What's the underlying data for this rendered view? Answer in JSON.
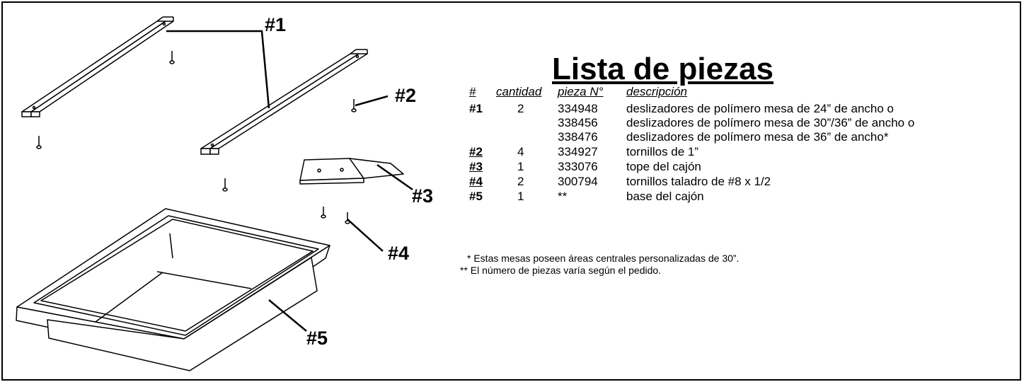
{
  "callouts": {
    "c1": "#1",
    "c2": "#2",
    "c3": "#3",
    "c4": "#4",
    "c5": "#5"
  },
  "title": "Lista de piezas",
  "table": {
    "headers": {
      "num": "#",
      "qty": "cantidad",
      "part": "pieza N°",
      "desc": "descripción"
    },
    "rows": [
      {
        "num": "#1",
        "qty": "2",
        "part": "334948",
        "desc": "deslizadores de polímero mesa de 24” de ancho o"
      },
      {
        "num": "",
        "qty": "",
        "part": "338456",
        "desc": "deslizadores de polímero mesa de 30”/36” de ancho o"
      },
      {
        "num": "",
        "qty": "",
        "part": "338476",
        "desc": "deslizadores de polímero mesa de 36” de ancho*"
      },
      {
        "num": "#2",
        "qty": "4",
        "part": "334927",
        "desc": "tornillos de 1”"
      },
      {
        "num": "#3",
        "qty": "1",
        "part": "333076",
        "desc": "tope del cajón"
      },
      {
        "num": "#4",
        "qty": "2",
        "part": "300794",
        "desc": "tornillos taladro de #8 x 1/2"
      },
      {
        "num": "#5",
        "qty": "1",
        "part": "**",
        "desc": "base del cajón"
      }
    ]
  },
  "notes": {
    "note1": "* Estas mesas poseen áreas centrales personalizadas de 30”.",
    "note2": "** El número de piezas varía según el pedido."
  }
}
